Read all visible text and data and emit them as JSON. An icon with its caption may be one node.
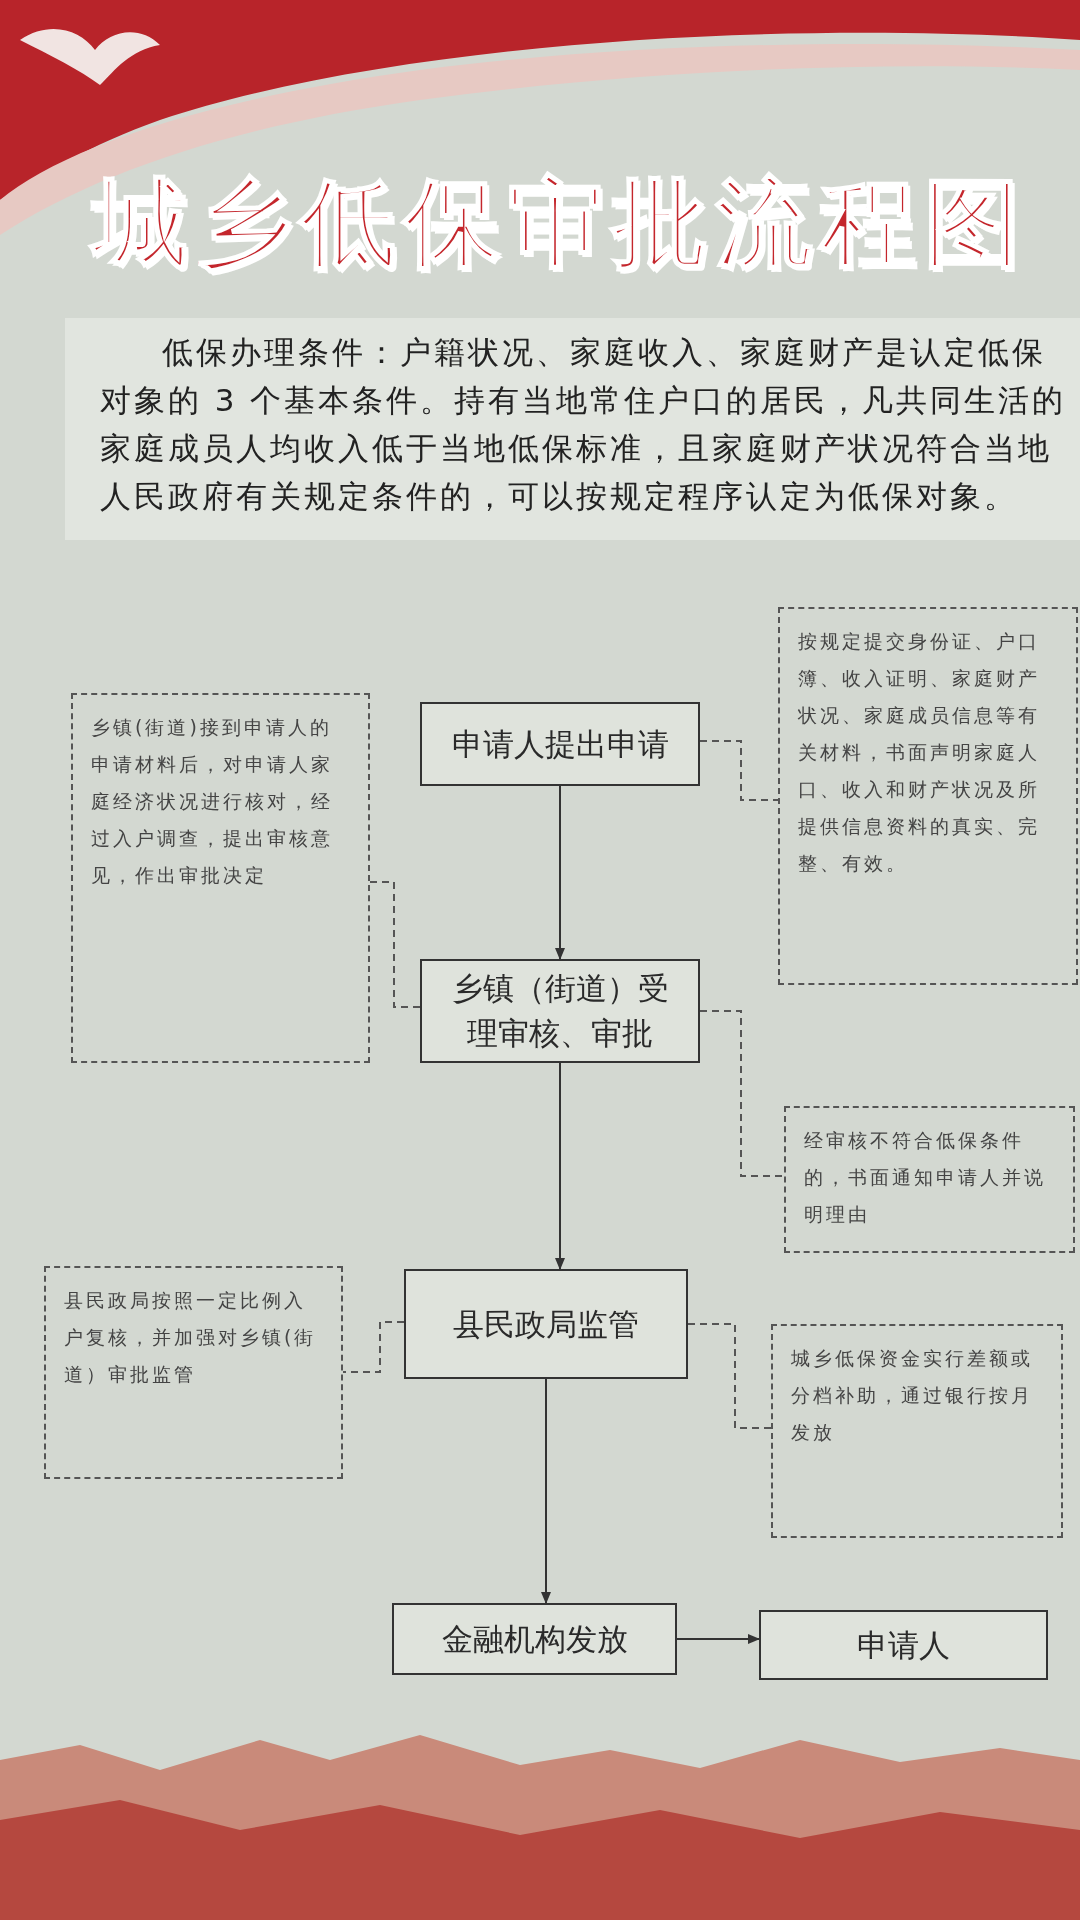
{
  "diagram": {
    "title": "城乡低保审批流程图",
    "nodes": [
      {
        "text": [
          "申请人提出申请"
        ]
      },
      {
        "text": [
          "乡镇（街道）受理审核、审批"
        ]
      },
      {
        "text": [
          "县民政局监管"
        ]
      },
      {
        "text": [
          "金融机构发放"
        ]
      },
      {
        "text": [
          "申请人"
        ]
      },
      {
        "text": [
          "乡镇(街道)接到申请人的申请材料后，对申请人家庭经济状况进行核对，经过入户调查，提出审核意见，作出审批决定"
        ]
      },
      {
        "text": [
          "按规定提交身份证、户口簿、收入证明、家庭财产状况、家庭成员信息等有关材料，书面声明家庭人口、收入和财产状况及所提供信息资料的真实、完整、有效。"
        ]
      },
      {
        "text": [
          "经审核不符合低保条件的，书面通知申请人并说明理由"
        ]
      },
      {
        "text": [
          "县民政局按照一定比例入户复核，并加强对乡镇(街道）审批监管"
        ]
      },
      {
        "text": [
          "城乡低保资金实行差额或分档补助，通过银行按月发放"
        ]
      }
    ],
    "edges": [
      {
        "from": 0,
        "to": 1,
        "arrow": "to"
      },
      {
        "from": 1,
        "to": 2,
        "arrow": "to"
      },
      {
        "from": 2,
        "to": 3,
        "arrow": "to"
      },
      {
        "from": 3,
        "to": 4,
        "arrow": "to"
      },
      {
        "from": 0,
        "to": 6,
        "arrow": "none",
        "style": "dashed"
      },
      {
        "from": 1,
        "to": 5,
        "arrow": "none",
        "style": "dashed"
      },
      {
        "from": 1,
        "to": 7,
        "arrow": "none",
        "style": "dashed"
      },
      {
        "from": 2,
        "to": 8,
        "arrow": "none",
        "style": "dashed"
      },
      {
        "from": 2,
        "to": 9,
        "arrow": "none",
        "style": "dashed"
      }
    ],
    "labels": [
      "低保办理条件：户籍状况、家庭收入、家庭财产是认定低保对象的 3 个基本条件。持有当地常住户口的居民，凡共同生活的家庭成员人均收入低于当地低保标准，且家庭财产状况符合当地人民政府有关规定条件的，可以按规定程序认定为低保对象。"
    ]
  }
}
